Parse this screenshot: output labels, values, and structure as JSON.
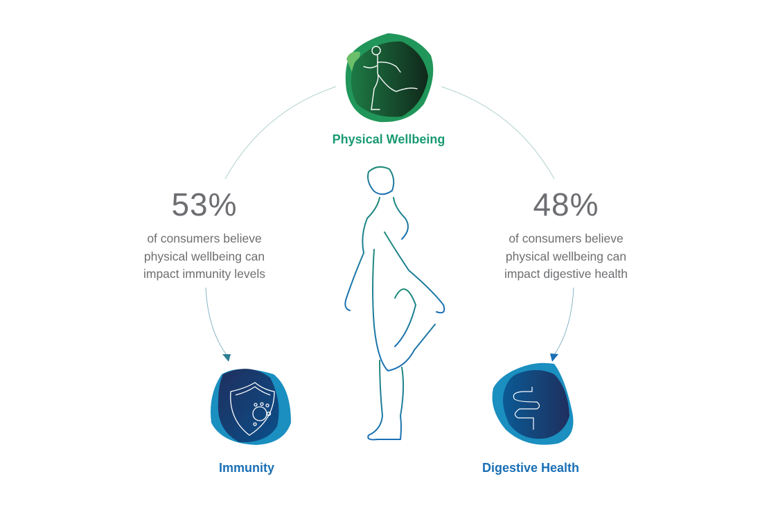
{
  "center": {
    "label": "Physical Wellbeing",
    "icon": "running-person-icon",
    "color": "#1a9a72"
  },
  "left": {
    "percent": "53%",
    "lines": [
      "of consumers believe",
      "physical wellbeing can",
      "impact immunity levels"
    ],
    "label": "Immunity",
    "icon": "shield-virus-icon",
    "color": "#1a6fb5"
  },
  "right": {
    "percent": "48%",
    "lines": [
      "of consumers believe",
      "physical wellbeing can",
      "impact digestive health"
    ],
    "label": "Digestive Health",
    "icon": "intestine-icon",
    "color": "#1a6fb5"
  }
}
